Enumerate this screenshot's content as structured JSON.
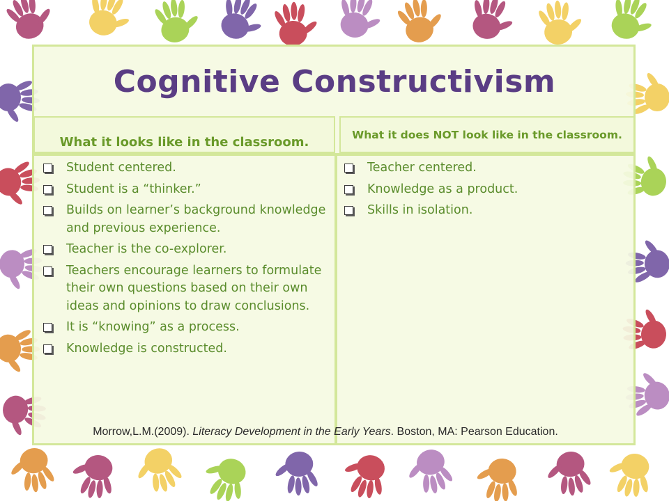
{
  "title": "Cognitive Constructivism",
  "columns": {
    "left": {
      "header": "What it looks like in the classroom.",
      "items": [
        "Student centered.",
        "Student is a “thinker.”",
        "Builds on learner’s background knowledge and previous experience.",
        "Teacher is the co-explorer.",
        "Teachers encourage learners to formulate their own questions based on their own ideas and opinions to draw conclusions.",
        "It is “knowing” as a process.",
        "Knowledge is constructed."
      ]
    },
    "right": {
      "header": "What it does NOT look like in the classroom.",
      "items": [
        "Teacher centered.",
        "Knowledge as a product.",
        "Skills in isolation."
      ]
    }
  },
  "bullet_icon": "checkbox-square-icon",
  "citation": {
    "author": "Morrow,L.M.(2009). ",
    "title": "Literacy Development in the Early Years",
    "publisher": ". Boston, MA: Pearson Education."
  },
  "colors": {
    "title": "#5a3d84",
    "header_text": "#6a9a2a",
    "body_text": "#5a8c2c",
    "border": "#d3e79a",
    "panel": "#f5fae2",
    "handprint_palette": [
      "#a83a6a",
      "#f2c94c",
      "#9ccc3c",
      "#6a4c9c",
      "#c03040",
      "#b07ab8",
      "#e08c30"
    ]
  },
  "background": "handprints-border-decoration"
}
